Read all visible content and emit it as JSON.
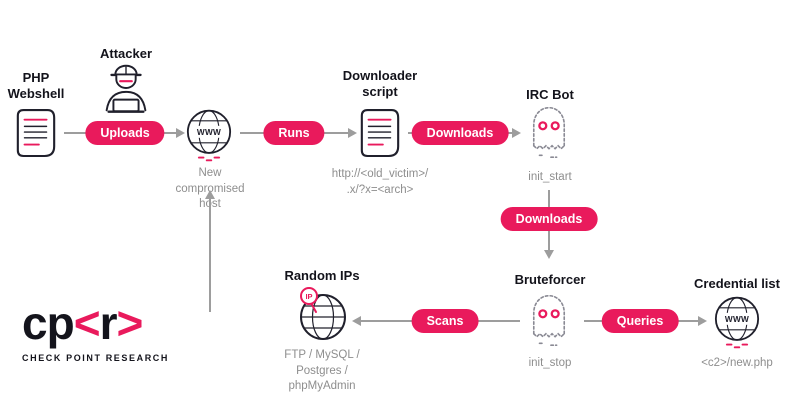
{
  "colors": {
    "accent": "#e91a5c",
    "arrow": "#9d9d9d",
    "ink": "#20202c",
    "muted": "#8e8e8e",
    "ghost": "#8a8a94"
  },
  "nodes": {
    "php_webshell": {
      "title": "PHP\nWebshell"
    },
    "attacker": {
      "title": "Attacker"
    },
    "compromised_host": {
      "caption": "New\ncompromised\nhost"
    },
    "downloader_script": {
      "title": "Downloader\nscript",
      "caption": "http://<old_victim>/\n.x/?x=<arch>"
    },
    "irc_bot": {
      "title": "IRC Bot",
      "caption": "init_start"
    },
    "bruteforcer": {
      "title": "Bruteforcer",
      "caption": "init_stop"
    },
    "credential_list": {
      "title": "Credential list",
      "caption": "<c2>/new.php"
    },
    "random_ips": {
      "title": "Random IPs",
      "caption": "FTP / MySQL /\nPostgres /\nphpMyAdmin"
    }
  },
  "edges": {
    "uploads": {
      "label": "Uploads"
    },
    "runs": {
      "label": "Runs"
    },
    "downloads_script": {
      "label": "Downloads"
    },
    "downloads_bruteforcer": {
      "label": "Downloads"
    },
    "queries": {
      "label": "Queries"
    },
    "scans": {
      "label": "Scans"
    }
  },
  "icon_text": {
    "globe": "WWW",
    "ip_pin": "IP"
  },
  "logo": {
    "cp": "cp",
    "bracket_open": "<",
    "r": "r",
    "bracket_close": ">",
    "tagline": "CHECK POINT RESEARCH"
  }
}
